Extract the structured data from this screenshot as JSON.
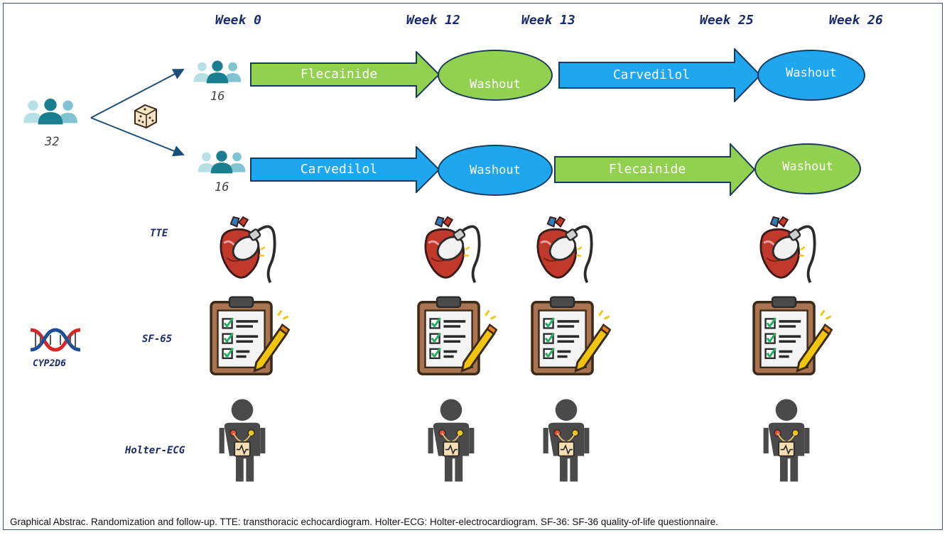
{
  "weeks": [
    "Week 0",
    "Week 12",
    "Week 13",
    "Week 25",
    "Week 26"
  ],
  "randomization": {
    "total": "32",
    "group_a": "16",
    "group_b": "16"
  },
  "group_a": {
    "phase1": "Flecainide",
    "washout1": "Washout",
    "phase2": "Carvedilol",
    "washout2": "Washout"
  },
  "group_b": {
    "phase1": "Carvedilol",
    "washout1": "Washout",
    "phase2": "Flecainide",
    "washout2": "Washout"
  },
  "assessments": {
    "tte": "TTE",
    "sf": "SF-65",
    "holter": "Holter-ECG",
    "genetic": "CYP2D6"
  },
  "colors": {
    "green": "#92d050",
    "blue": "#1ea7ef",
    "navy": "#1a2a6c",
    "teal": "#1b7f8f"
  },
  "icons": [
    "people-group-icon",
    "dice-icon",
    "dna-icon",
    "heart-echo-icon",
    "clipboard-pencil-icon",
    "holter-person-icon"
  ],
  "caption": "Graphical Abstrac. Randomization and follow-up. TTE: transthoracic echocardiogram. Holter-ECG: Holter-electrocardiogram. SF-36: SF-36 quality-of-life questionnaire."
}
